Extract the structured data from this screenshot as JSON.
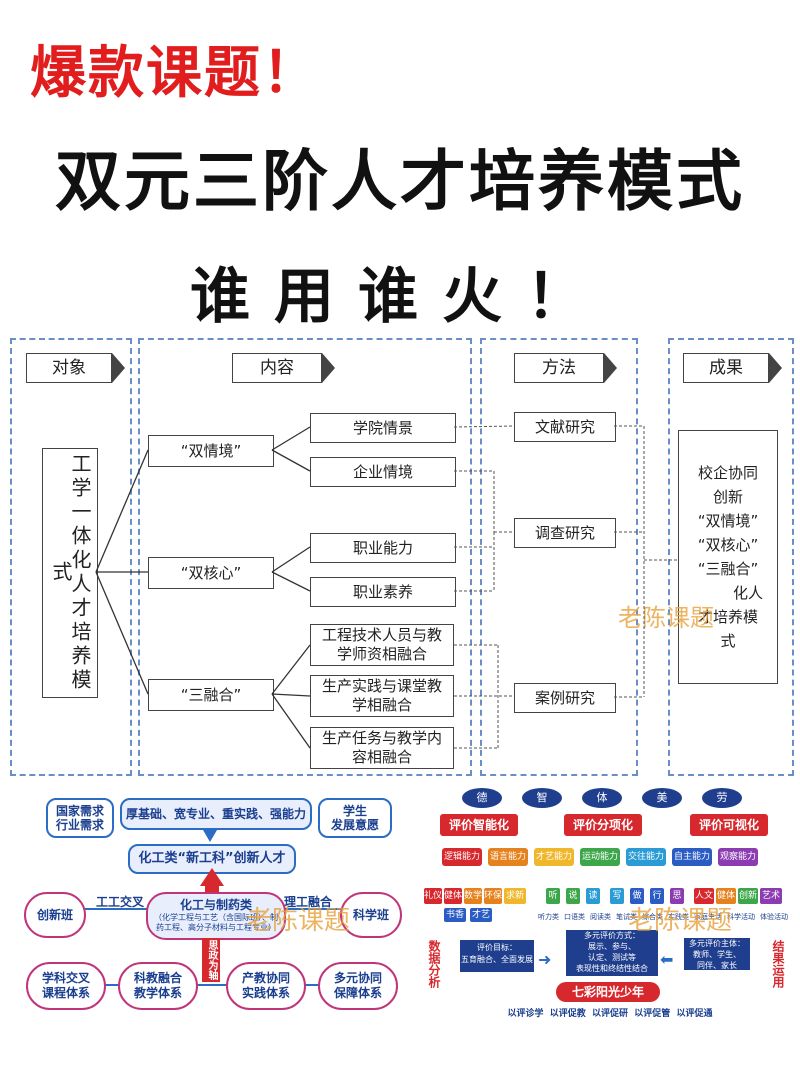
{
  "headline": {
    "tag": "爆款课题！",
    "title": "双元三阶人才培养模式",
    "slogan": "谁用谁火！"
  },
  "main_diagram": {
    "columns": {
      "object": "对象",
      "content": "内容",
      "method": "方法",
      "result": "成果"
    },
    "object_box": "工学一体化人才培养模式",
    "level1": [
      "“双情境”",
      "“双核心”",
      "“三融合”"
    ],
    "level2": [
      "学院情景",
      "企业情境",
      "职业能力",
      "职业素养",
      "工程技术人员与教学师资相融合",
      "生产实践与课堂教学相融合",
      "生产任务与教学内容相融合"
    ],
    "methods": [
      "文献研究",
      "调查研究",
      "案例研究"
    ],
    "result_lines": [
      "校企协同",
      "创新",
      "“双情境”",
      "“双核心”",
      "“三融合”",
      "化人",
      "才培养模",
      "式"
    ],
    "watermark": "老陈课题"
  },
  "bottom_left": {
    "left_top": "国家需求\n行业需求",
    "center_top": "厚基础、宽专业、重实践、强能力",
    "right_top": "学生\n发展意愿",
    "middle": "化工类“新工科”创新人才",
    "left_label": "工工交叉",
    "right_label": "理工融合",
    "core_title": "化工与制药类",
    "core_sub": "（化学工程与工艺（含国际班）、制药工程、高分子材料与工程专业）",
    "left_circle": "创新班",
    "right_circle": "科学班",
    "axis": "思政为轴",
    "bottom": [
      "学科交叉\n课程体系",
      "科教融合\n教学体系",
      "产教协同\n实践体系",
      "多元协同\n保障体系"
    ],
    "watermark": "老陈课题"
  },
  "bottom_right": {
    "top": [
      "德",
      "智",
      "体",
      "美",
      "劳"
    ],
    "red": [
      "评价智能化",
      "评价分项化",
      "评价可视化"
    ],
    "abilities": [
      "逻辑能力",
      "语言能力",
      "才艺能力",
      "运动能力",
      "交往能力",
      "自主能力",
      "观察能力"
    ],
    "traits": [
      "礼仪",
      "健体",
      "数学",
      "环保",
      "求新",
      "听",
      "说",
      "读",
      "写",
      "做",
      "行",
      "思",
      "人文",
      "健体",
      "创新",
      "艺术"
    ],
    "traits2": [
      "书香",
      "才艺"
    ],
    "mid_labels": [
      "听力类",
      "口语类",
      "阅读类",
      "笔试类",
      "综合类",
      "实践类",
      "家庭生活",
      "科学活动",
      "体验活动"
    ],
    "left_vertical": "数据分析",
    "right_vertical": "结果运用",
    "goal": "评价目标：\n五育融合、全面发展",
    "method": "多元评价方式：\n展示、参与、\n认定、测试等\n表现性和终结性结合",
    "subject": "多元评价主体：\n教师、学生、\n同伴、家长",
    "banner": "七彩阳光少年",
    "footer": "以评诊学  以评促教  以评促研  以评促管  以评促通",
    "watermark": "老陈课题"
  }
}
